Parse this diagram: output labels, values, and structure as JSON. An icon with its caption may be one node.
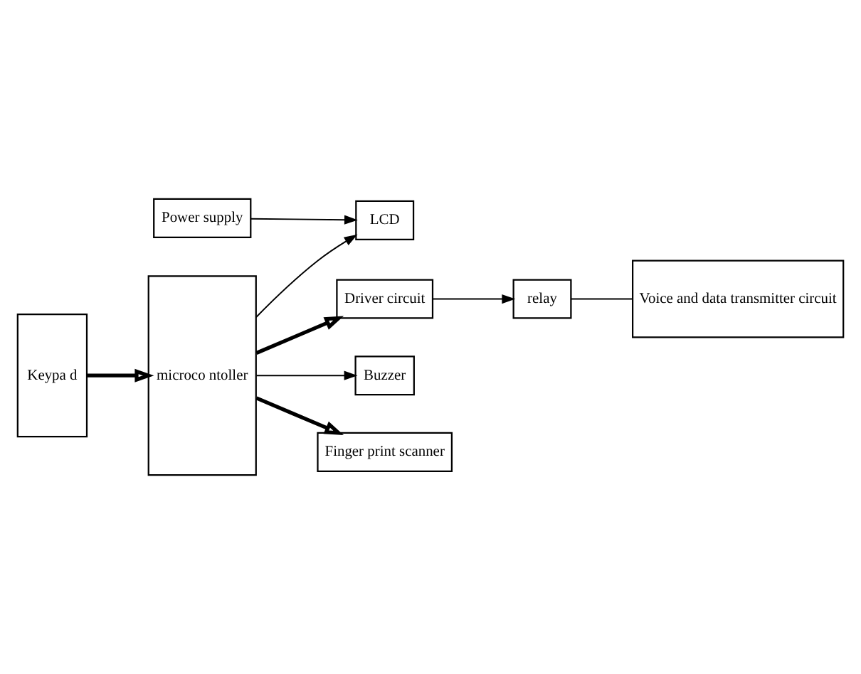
{
  "diagram": {
    "nodes": [
      {
        "text": [
          "Power supply"
        ]
      },
      {
        "text": [
          "LCD"
        ]
      },
      {
        "text": [
          "microco ntoller"
        ]
      },
      {
        "text": [
          "Keypa d"
        ]
      },
      {
        "text": [
          "Driver circuit"
        ]
      },
      {
        "text": [
          "relay"
        ]
      },
      {
        "text": [
          "Voice and data transmitter circuit"
        ]
      },
      {
        "text": [
          "Buzzer"
        ]
      },
      {
        "text": [
          "Finger print scanner"
        ]
      }
    ],
    "edges": [
      {
        "from": 0,
        "to": 1,
        "arrow": "to"
      },
      {
        "from": 2,
        "to": 1,
        "arrow": "to"
      },
      {
        "from": 2,
        "to": 4,
        "arrow": "to",
        "style": "thick"
      },
      {
        "from": 3,
        "to": 2,
        "arrow": "to",
        "style": "thick"
      },
      {
        "from": 4,
        "to": 5,
        "arrow": "to"
      },
      {
        "from": 5,
        "to": 6,
        "arrow": "none"
      },
      {
        "from": 2,
        "to": 7,
        "arrow": "to"
      },
      {
        "from": 2,
        "to": 8,
        "arrow": "to",
        "style": "thick"
      }
    ]
  }
}
